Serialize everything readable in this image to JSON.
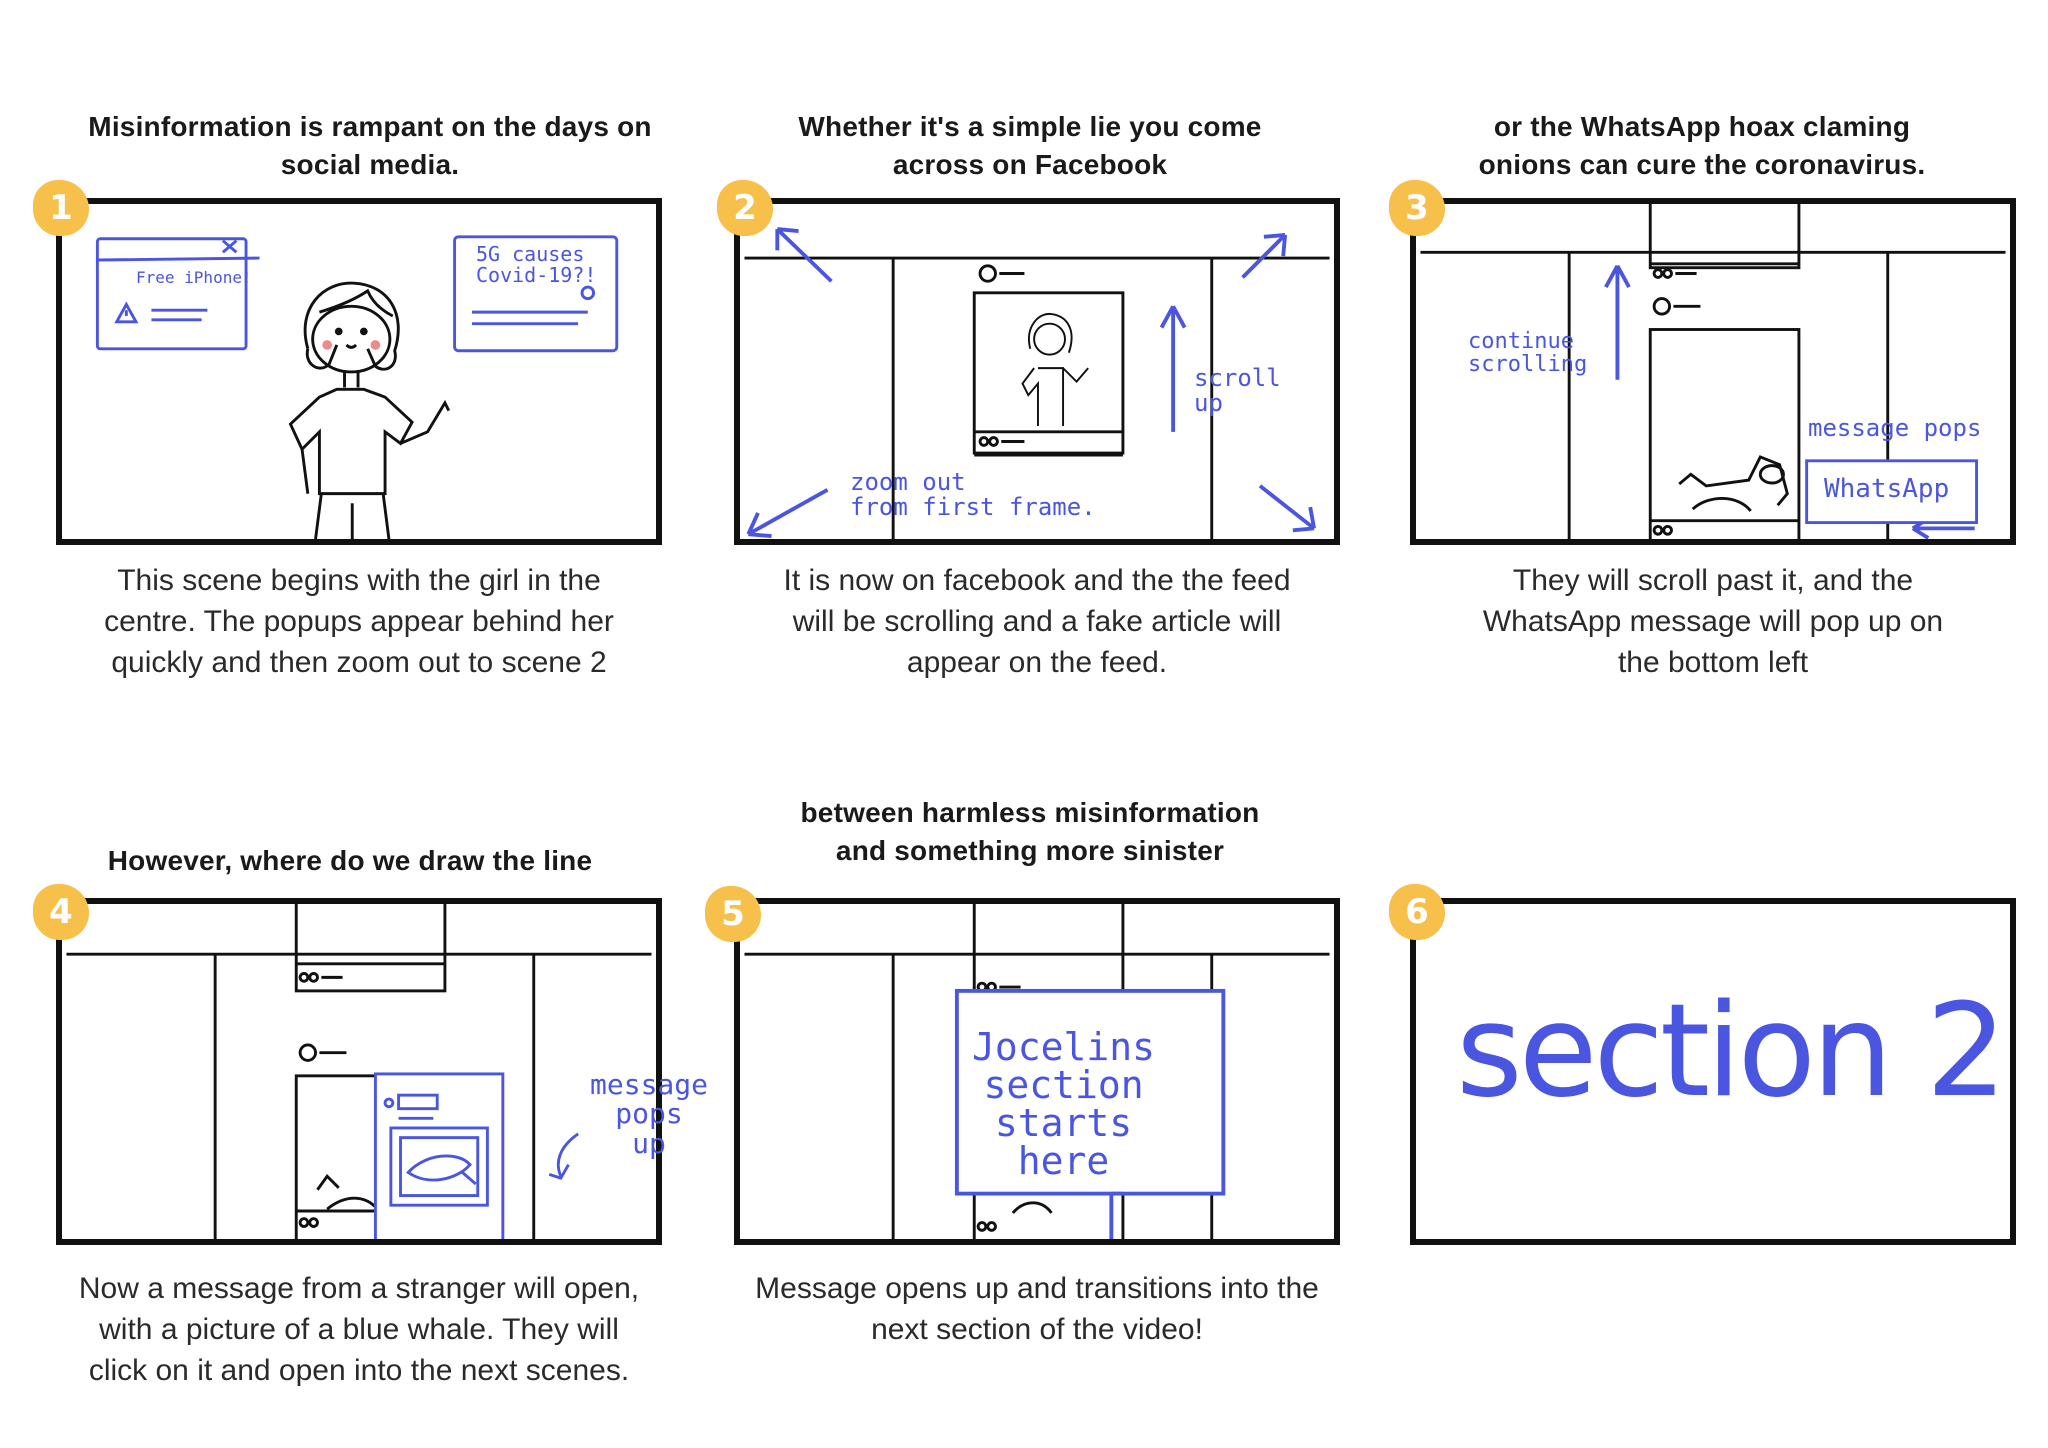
{
  "colors": {
    "ink": "#111111",
    "accent_blue": "#4a55e0",
    "badge_yellow": "#f7c04a",
    "blush": "#f08a8a"
  },
  "panels": [
    {
      "number": "1",
      "title": "Misinformation is rampant on the days on\nsocial media.",
      "description": "This scene begins with the girl in the\ncentre. The popups appear behind her\nquickly and then zoom out to scene 2",
      "popup_left": "Free iPhone!",
      "popup_right": "5G causes\nCovid-19?!"
    },
    {
      "number": "2",
      "title": "Whether it's a simple lie you come\nacross on Facebook",
      "description": "It is now on facebook and the the feed\nwill be scrolling and a fake article will\nappear on the feed.",
      "note_scroll": "scroll\nup",
      "note_zoom": "zoom out\nfrom first frame."
    },
    {
      "number": "3",
      "title": "or the WhatsApp hoax claming\nonions can cure the coronavirus.",
      "description": "They will scroll past it, and the\nWhatsApp message will pop up on\nthe bottom left",
      "note_continue": "continue\nscrolling",
      "note_pops": "message pops",
      "popup_label": "WhatsApp"
    },
    {
      "number": "4",
      "title": "However, where do we draw the line",
      "description": "Now a message from a stranger will open,\nwith a picture of a blue whale. They will\nclick on it and open into the next scenes.",
      "note_pops": "message\npops\nup"
    },
    {
      "number": "5",
      "title": "between harmless misinformation\nand something more sinister",
      "description": "Message opens up and transitions into the\nnext section of the video!",
      "note_card": "Jocelins\nsection\nstarts\nhere"
    },
    {
      "number": "6",
      "title": "",
      "description": "",
      "note_section": "section 2"
    }
  ]
}
